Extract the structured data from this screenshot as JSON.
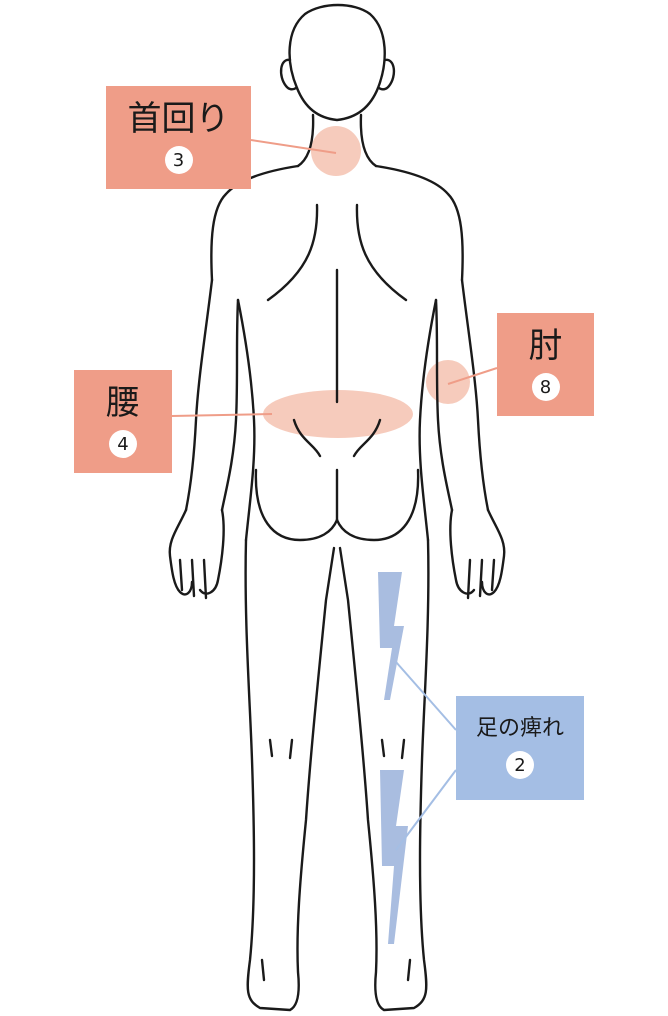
{
  "colors": {
    "pain_box": "#ef9d88",
    "pain_area": "#f5c8b8",
    "numbness_box": "#a4bee4",
    "bolt": "#a9bde0",
    "outline": "#1a1a1a"
  },
  "labels": [
    {
      "id": "neck",
      "title": "首回り",
      "count": "3"
    },
    {
      "id": "waist",
      "title": "腰",
      "count": "4"
    },
    {
      "id": "elbow",
      "title": "肘",
      "count": "8"
    },
    {
      "id": "legs",
      "title": "足の痺れ",
      "count": "2"
    }
  ]
}
